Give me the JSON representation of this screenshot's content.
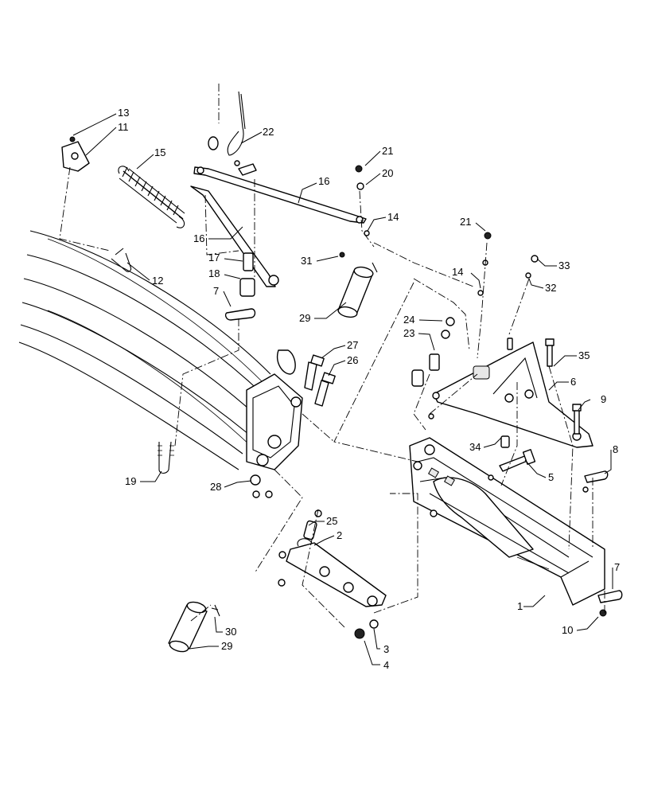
{
  "diagram": {
    "callouts": [
      {
        "text": "13"
      },
      {
        "text": "11"
      },
      {
        "text": "15"
      },
      {
        "text": "12"
      },
      {
        "text": "22"
      },
      {
        "text": "16"
      },
      {
        "text": "16"
      },
      {
        "text": "17"
      },
      {
        "text": "18"
      },
      {
        "text": "7"
      },
      {
        "text": "21"
      },
      {
        "text": "20"
      },
      {
        "text": "14"
      },
      {
        "text": "31"
      },
      {
        "text": "29"
      },
      {
        "text": "21"
      },
      {
        "text": "33"
      },
      {
        "text": "32"
      },
      {
        "text": "14"
      },
      {
        "text": "24"
      },
      {
        "text": "23"
      },
      {
        "text": "27"
      },
      {
        "text": "26"
      },
      {
        "text": "35"
      },
      {
        "text": "6"
      },
      {
        "text": "9"
      },
      {
        "text": "34"
      },
      {
        "text": "5"
      },
      {
        "text": "8"
      },
      {
        "text": "19"
      },
      {
        "text": "28"
      },
      {
        "text": "25"
      },
      {
        "text": "2"
      },
      {
        "text": "7"
      },
      {
        "text": "1"
      },
      {
        "text": "10"
      },
      {
        "text": "3"
      },
      {
        "text": "4"
      },
      {
        "text": "30"
      },
      {
        "text": "29"
      }
    ]
  }
}
